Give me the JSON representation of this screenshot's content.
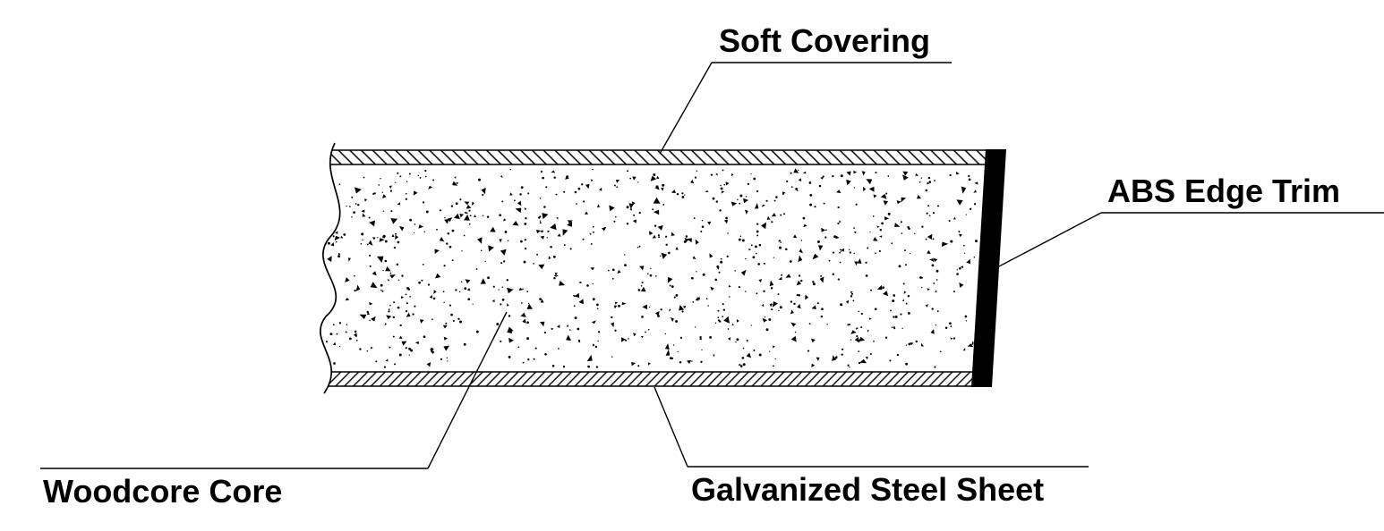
{
  "diagram": {
    "labels": {
      "soft_covering": "Soft Covering",
      "abs_edge_trim": "ABS Edge Trim",
      "woodcore_core": "Woodcore Core",
      "galvanized_steel_sheet": "Galvanized Steel Sheet"
    },
    "colors": {
      "ink": "#000000",
      "background": "#ffffff"
    }
  }
}
